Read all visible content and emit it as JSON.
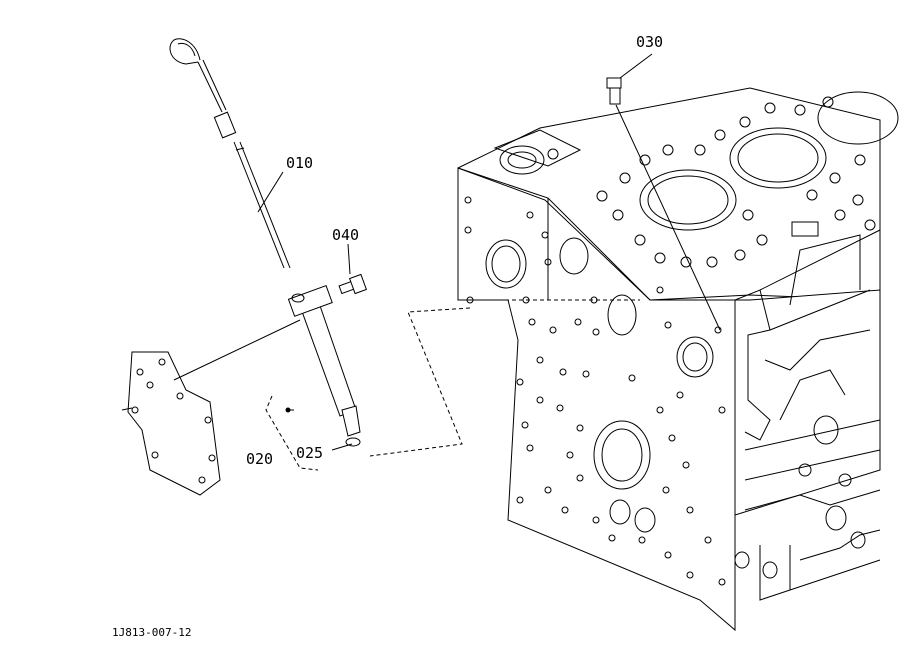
{
  "diagram": {
    "drawing_id": "1J813-007-12",
    "callouts": [
      {
        "id": "part-010",
        "label": "010"
      },
      {
        "id": "part-020",
        "label": "020"
      },
      {
        "id": "part-025",
        "label": "025"
      },
      {
        "id": "part-030",
        "label": "030"
      },
      {
        "id": "part-040",
        "label": "040"
      }
    ]
  }
}
